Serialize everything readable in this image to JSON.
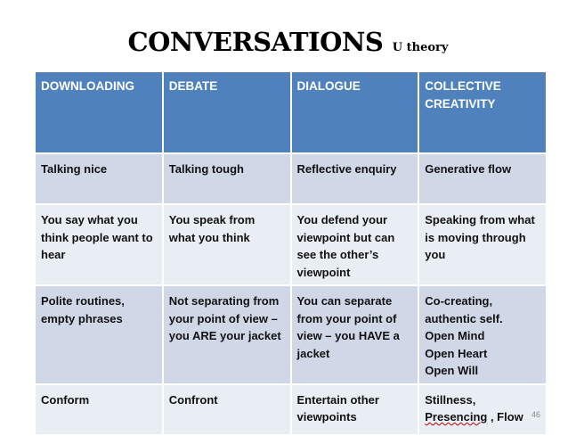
{
  "title": {
    "main": "CONVERSATIONS",
    "sub": "U theory"
  },
  "headers": [
    "DOWNLOADING",
    "DEBATE",
    "DIALOGUE",
    "COLLECTIVE CREATIVITY"
  ],
  "rows": [
    [
      "Talking nice",
      "Talking tough",
      "Reflective enquiry",
      "Generative flow"
    ],
    [
      "You say what you think people want to hear",
      "You speak from what you think",
      "You defend your viewpoint but can see the other’s viewpoint",
      "Speaking from what is moving through you"
    ],
    [
      "Polite routines, empty phrases",
      "Not separating from your point of view – you ARE your jacket",
      "You can separate from your point of view – you HAVE a jacket",
      "Co-creating, authentic self."
    ],
    [
      "Conform",
      "Confront",
      "Entertain other viewpoints",
      "Stillness,"
    ]
  ],
  "extra": {
    "r3c4_lines": [
      "Open Mind",
      "Open Heart",
      "Open Will"
    ],
    "r4c4_word": "Presencing",
    "r4c4_tail": " , Flow"
  },
  "page_number": "46"
}
